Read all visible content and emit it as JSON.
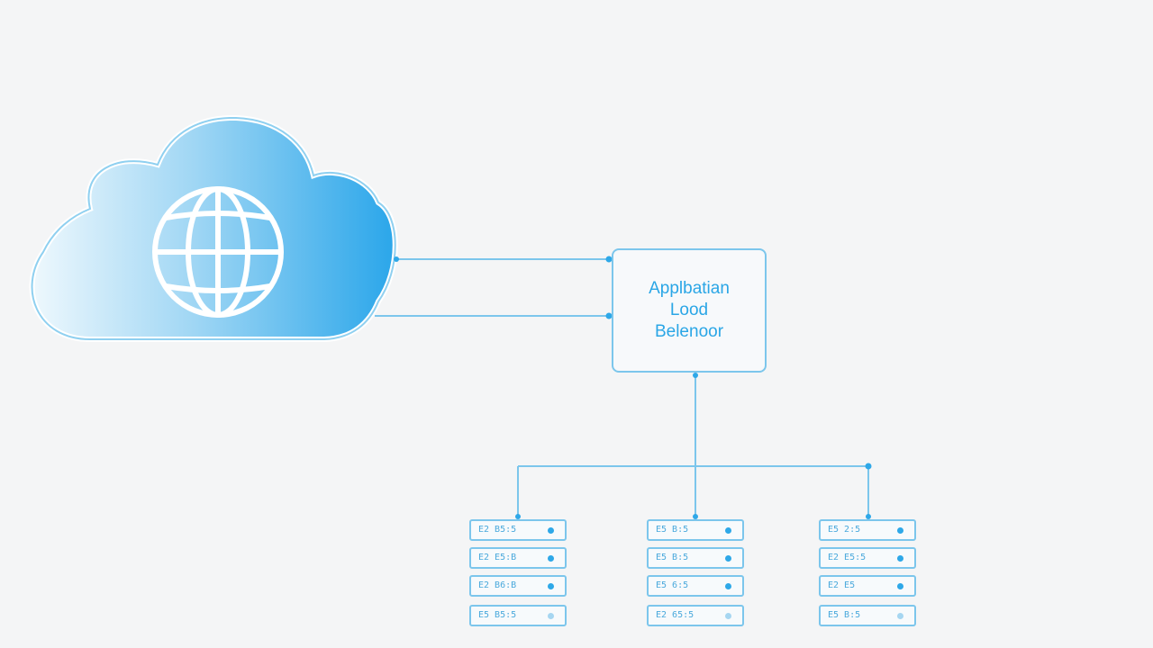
{
  "load_balancer": {
    "label_lines": [
      "Applbatian",
      "Lood",
      "Belenoor"
    ]
  },
  "server_racks": [
    {
      "units": [
        "E2 B5:5",
        "E2 E5:B",
        "E2 B6:B",
        "E5 B5:5"
      ]
    },
    {
      "units": [
        "E5 B:5",
        "E5 B:5",
        "E5 6:5",
        "E2 65:5"
      ]
    },
    {
      "units": [
        "E5 2:5",
        "E2 E5:5",
        "E2 E5",
        "E5 B:5"
      ]
    }
  ],
  "colors": {
    "background": "#f4f5f6",
    "stroke": "#7cc6ec",
    "accent": "#2ea8e8",
    "cloud_fill_start": "#eef8fd",
    "cloud_fill_end": "#2aa6ea"
  },
  "icons": {
    "cloud": "cloud-icon",
    "globe": "globe-icon",
    "server_led": "status-led-icon"
  }
}
